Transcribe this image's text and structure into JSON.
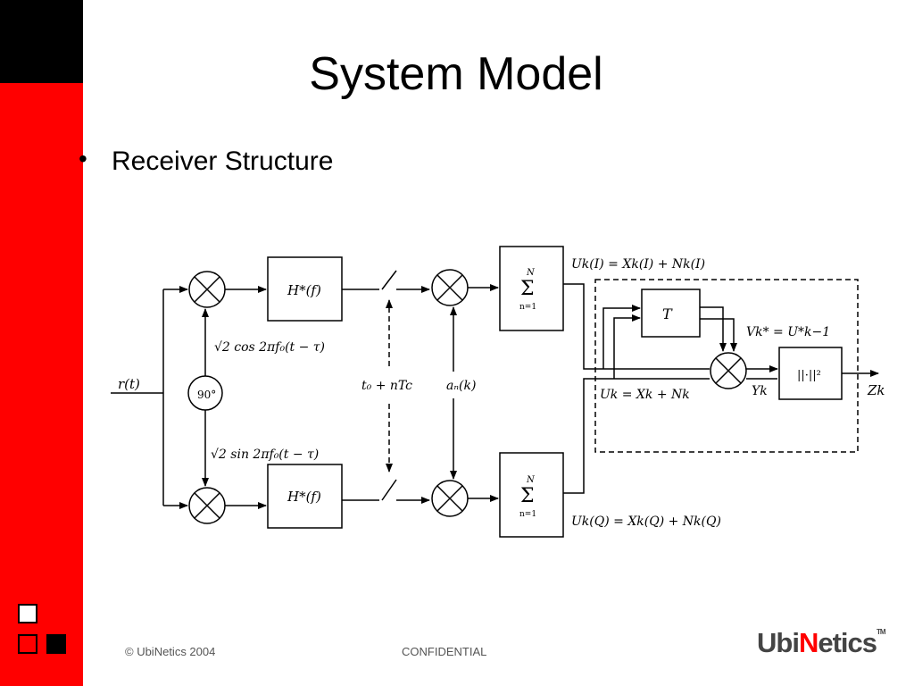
{
  "slide": {
    "title": "System Model",
    "bullet": "Receiver Structure"
  },
  "diagram": {
    "input": "r(t)",
    "phase_shift": "90°",
    "cos_osc": "√2 cos 2πf₀(t − τ)",
    "sin_osc": "√2 sin 2πf₀(t − τ)",
    "filter": "H*(f)",
    "sampling": "t₀ + nTc",
    "code": "aₙ(k)",
    "sum_top": "N",
    "sum_symbol": "Σ",
    "sum_bottom": "n=1",
    "u_i": "Uk(I) = Xk(I) + Nk(I)",
    "u_q": "Uk(Q) = Xk(Q) + Nk(Q)",
    "delay": "T",
    "v_eq": "Vk* = U*k−1",
    "u_eq": "Uk = Xk + Nk",
    "y_label": "Yk",
    "norm": "||·||²",
    "output": "Zk"
  },
  "footer": {
    "copyright": "© UbiNetics 2004",
    "confidential": "CONFIDENTIAL",
    "logo_prefix": "Ubi",
    "logo_accent": "N",
    "logo_suffix": "etics",
    "logo_tm": "TM"
  },
  "colors": {
    "sidebar": "#ff0000",
    "sidebar_top": "#000000",
    "logo_accent": "#ff0000"
  }
}
